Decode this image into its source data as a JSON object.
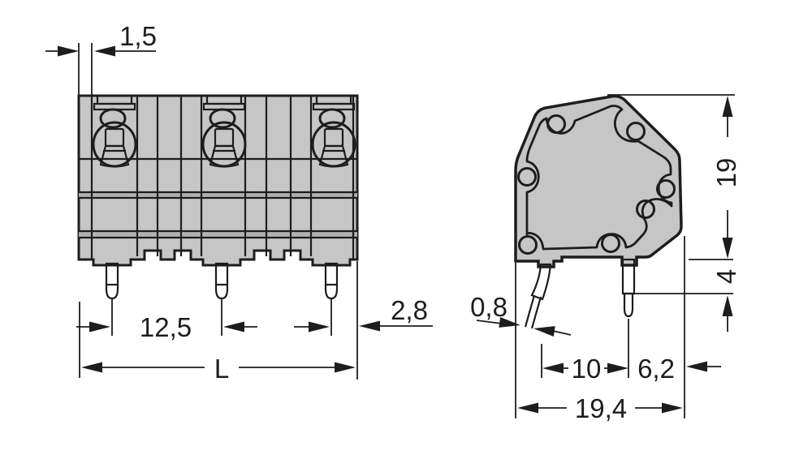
{
  "drawing": {
    "title": "terminal-block-dimensional-drawing",
    "front_view": {
      "dim_end_wall": "1,5",
      "dim_pitch": "12,5",
      "dim_pin_offset": "2,8",
      "dim_length": "L"
    },
    "side_view": {
      "dim_height": "19",
      "dim_pin_length": "4",
      "dim_pin_width": "0,8",
      "dim_pin_spacing": "10",
      "dim_edge_offset": "6,2",
      "dim_depth": "19,4"
    },
    "colors": {
      "background": "#ffffff",
      "outline": "#1d1d1b",
      "body_gray": "#c6c6c7",
      "recess_light": "#f2f2f2",
      "band_gray": "#b0b0b1",
      "button_yellow": "#ffdf00",
      "wire_entry_tan": "#f4c695",
      "pin_copper": "#f2b183"
    }
  }
}
